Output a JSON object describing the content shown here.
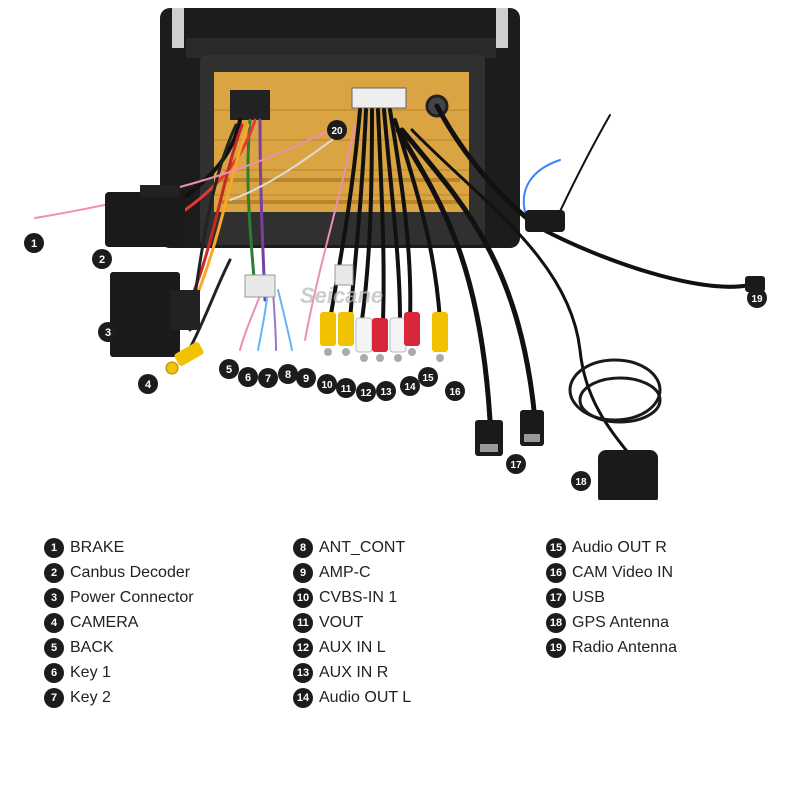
{
  "watermark": "Seicane",
  "legend": {
    "col1": [
      {
        "num": "1",
        "label": "BRAKE"
      },
      {
        "num": "2",
        "label": "Canbus Decoder"
      },
      {
        "num": "3",
        "label": "Power Connector"
      },
      {
        "num": "4",
        "label": "CAMERA"
      },
      {
        "num": "5",
        "label": "BACK"
      },
      {
        "num": "6",
        "label": "Key 1"
      },
      {
        "num": "7",
        "label": "Key 2"
      }
    ],
    "col2": [
      {
        "num": "8",
        "label": "ANT_CONT"
      },
      {
        "num": "9",
        "label": "AMP-C"
      },
      {
        "num": "10",
        "label": "CVBS-IN 1"
      },
      {
        "num": "11",
        "label": "VOUT"
      },
      {
        "num": "12",
        "label": "AUX IN L"
      },
      {
        "num": "13",
        "label": "AUX IN R"
      },
      {
        "num": "14",
        "label": "Audio OUT L"
      }
    ],
    "col3": [
      {
        "num": "15",
        "label": "Audio OUT R"
      },
      {
        "num": "16",
        "label": "CAM Video IN"
      },
      {
        "num": "17",
        "label": "USB"
      },
      {
        "num": "18",
        "label": "GPS Antenna"
      },
      {
        "num": "19",
        "label": "Radio Antenna"
      }
    ]
  },
  "callouts": {
    "c1": "1",
    "c2": "2",
    "c3": "3",
    "c4": "4",
    "c5": "5",
    "c6": "6",
    "c7": "7",
    "c8": "8",
    "c9": "9",
    "c10": "10",
    "c11": "11",
    "c12": "12",
    "c13": "13",
    "c14": "14",
    "c15": "15",
    "c16": "16",
    "c17": "17",
    "c18": "18",
    "c19": "19",
    "c20": "20"
  },
  "colors": {
    "chassis": "#1a1a1a",
    "board": "#d9a441",
    "rca_yellow": "#f2c200",
    "rca_white": "#f4f4f4",
    "rca_red": "#d8263a",
    "callout_bg": "#1c1c1c"
  }
}
